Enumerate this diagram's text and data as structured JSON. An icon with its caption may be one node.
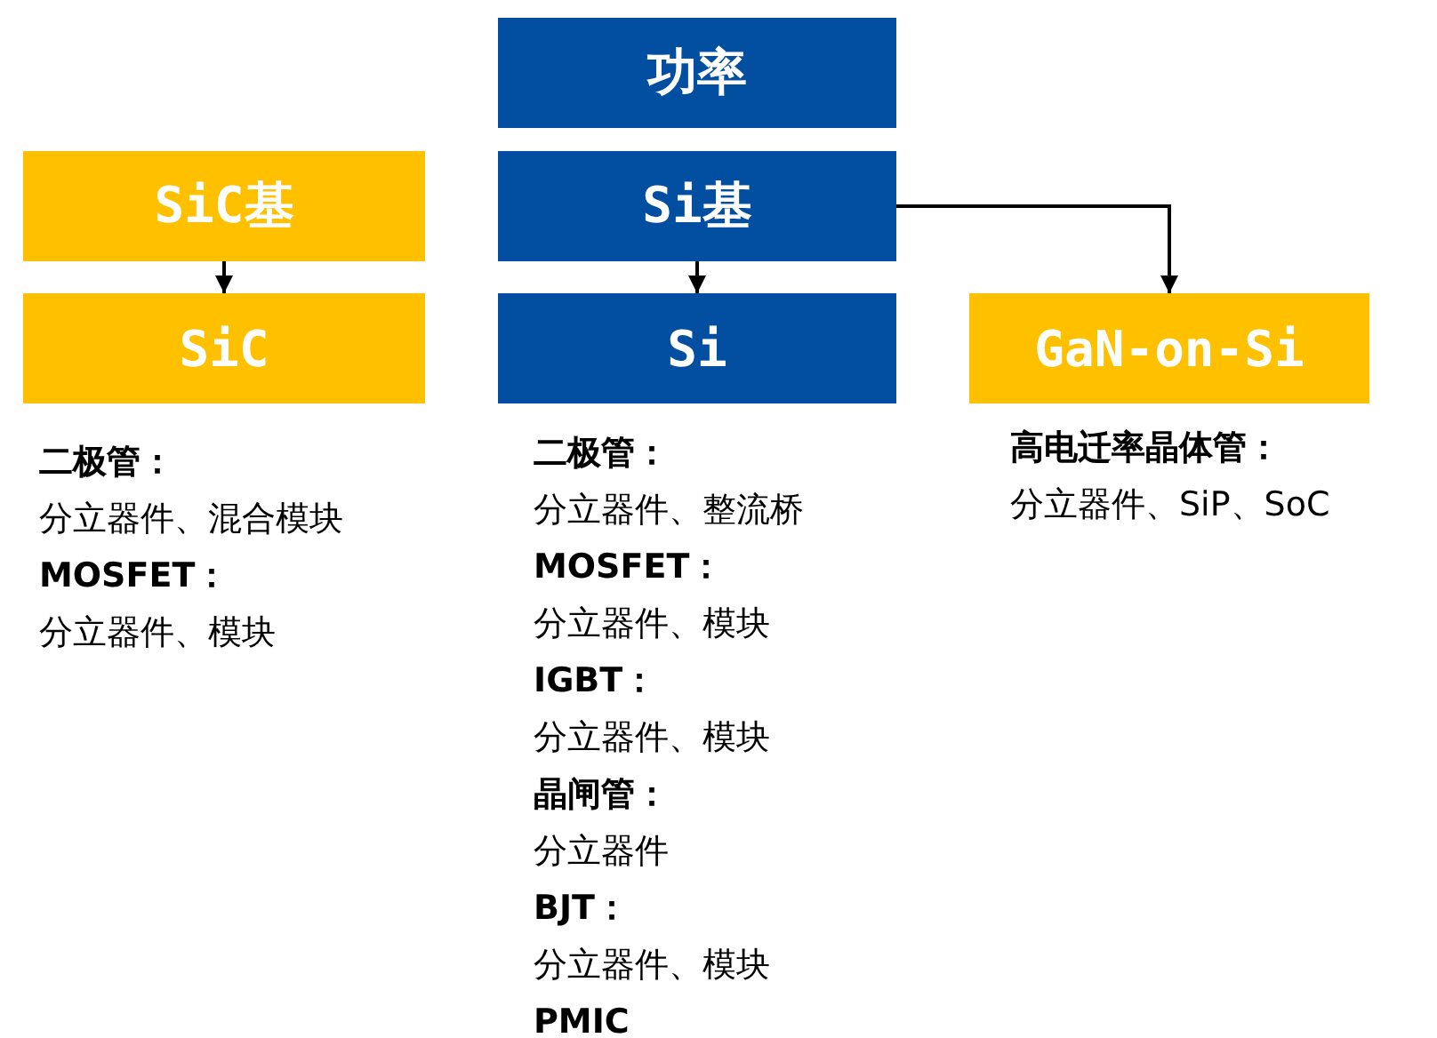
{
  "diagram": {
    "nodes": [
      {
        "text": [
          "功率"
        ]
      },
      {
        "text": [
          "SiC基"
        ]
      },
      {
        "text": [
          "Si基"
        ]
      },
      {
        "text": [
          "SiC"
        ],
        "beside": [
          "二极管：",
          "分立器件、混合模块",
          "MOSFET：",
          "分立器件、模块"
        ]
      },
      {
        "text": [
          "Si"
        ],
        "beside": [
          "二极管：",
          "分立器件、整流桥",
          "MOSFET：",
          "分立器件、模块",
          "IGBT：",
          "分立器件、模块",
          "晶闸管：",
          "分立器件",
          "BJT：",
          "分立器件、模块",
          "PMIC"
        ]
      },
      {
        "text": [
          "GaN-on-Si"
        ],
        "beside": [
          "高电迁率晶体管：",
          "分立器件、SiP、SoC"
        ]
      }
    ],
    "edges": [
      {
        "from": 1,
        "to": 3,
        "arrow": "to"
      },
      {
        "from": 2,
        "to": 4,
        "arrow": "to"
      },
      {
        "from": 2,
        "to": 5,
        "arrow": "to"
      }
    ]
  }
}
